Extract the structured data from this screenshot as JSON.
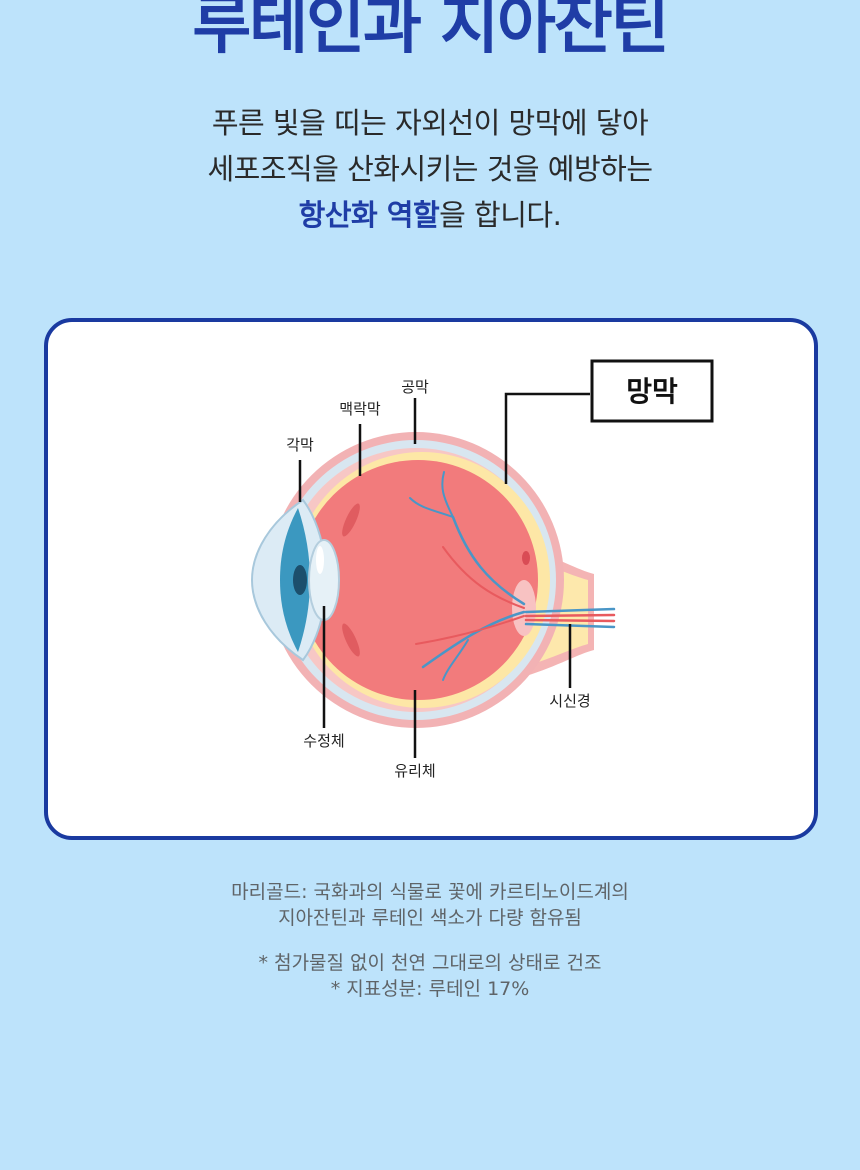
{
  "title": "루테인과 지아잔틴",
  "description": {
    "line1": "푸른 빛을 띠는 자외선이 망막에 닿아",
    "line2": "세포조직을 산화시키는 것을 예방하는",
    "line3_highlight": "항산화 역할",
    "line3_rest": "을 합니다."
  },
  "diagram": {
    "highlight_label": "망막",
    "labels": {
      "cornea": "각막",
      "choroid": "맥락막",
      "sclera": "공막",
      "lens": "수정체",
      "vitreous": "유리체",
      "optic_nerve": "시신경"
    }
  },
  "notes": {
    "marigold_line1": "마리골드: 국화과의 식물로 꽃에 카르티노이드계의",
    "marigold_line2": "지아잔틴과 루테인 색소가 다량 함유됨",
    "footnote1": "* 첨가물질 없이 천연 그대로의 상태로 건조",
    "footnote2": "* 지표성분: 루테인 17%"
  },
  "colors": {
    "background": "#bde3fb",
    "title": "#1f3da6",
    "card_border": "#1a3aa0"
  }
}
